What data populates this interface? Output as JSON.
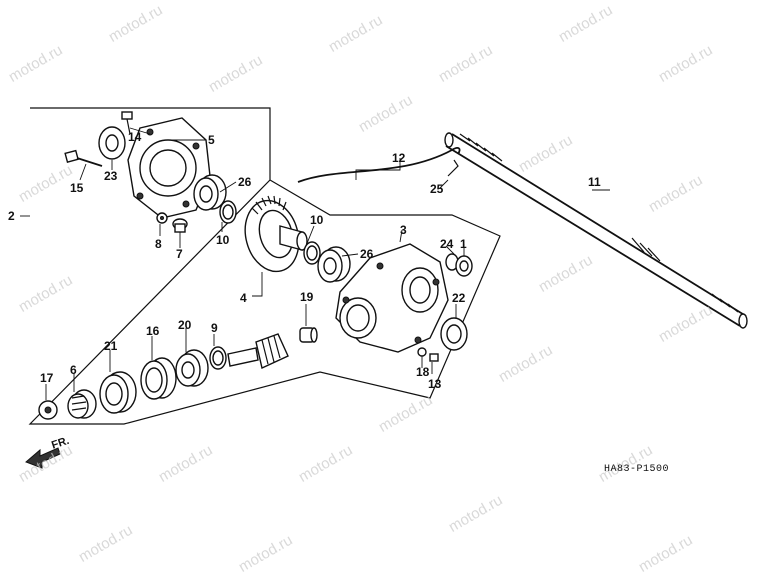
{
  "watermark": "motod.ru",
  "diagram_code": "HA83-P1500",
  "front_indicator": "FR.",
  "callouts": {
    "c1": "1",
    "c2": "2",
    "c3": "3",
    "c4": "4",
    "c5": "5",
    "c6": "6",
    "c7": "7",
    "c8": "8",
    "c9": "9",
    "c10a": "10",
    "c10b": "10",
    "c11": "11",
    "c12": "12",
    "c13": "13",
    "c14": "14",
    "c15": "15",
    "c16": "16",
    "c17": "17",
    "c18": "18",
    "c19": "19",
    "c20": "20",
    "c21": "21",
    "c22": "22",
    "c23": "23",
    "c24": "24",
    "c25": "25",
    "c26a": "26",
    "c26b": "26"
  }
}
